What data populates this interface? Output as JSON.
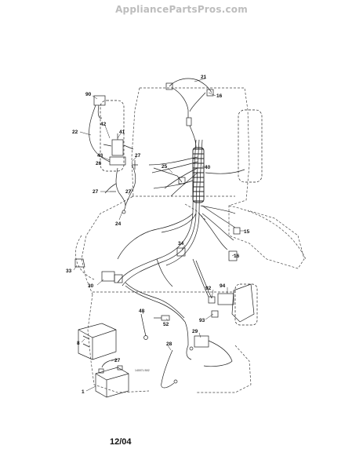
{
  "header": {
    "watermark": "AppliancePartsPros.com"
  },
  "footer": {
    "date_code": "12/04"
  },
  "diagram": {
    "reference_code": "14007L B02",
    "callouts": [
      {
        "id": "c1",
        "label": "1"
      },
      {
        "id": "c8",
        "label": "8"
      },
      {
        "id": "c15",
        "label": "15"
      },
      {
        "id": "c16",
        "label": "16"
      },
      {
        "id": "c21",
        "label": "21"
      },
      {
        "id": "c22",
        "label": "22"
      },
      {
        "id": "c24",
        "label": "24"
      },
      {
        "id": "c25",
        "label": "25"
      },
      {
        "id": "c26",
        "label": "26"
      },
      {
        "id": "c27a",
        "label": "27"
      },
      {
        "id": "c27b",
        "label": "27"
      },
      {
        "id": "c27c",
        "label": "27"
      },
      {
        "id": "c27d",
        "label": "27"
      },
      {
        "id": "c28",
        "label": "28"
      },
      {
        "id": "c29",
        "label": "29"
      },
      {
        "id": "c30",
        "label": "30"
      },
      {
        "id": "c33",
        "label": "33"
      },
      {
        "id": "c34",
        "label": "34"
      },
      {
        "id": "c40",
        "label": "40"
      },
      {
        "id": "c41",
        "label": "41"
      },
      {
        "id": "c42",
        "label": "42"
      },
      {
        "id": "c43",
        "label": "43"
      },
      {
        "id": "c48",
        "label": "48"
      },
      {
        "id": "c52",
        "label": "52"
      },
      {
        "id": "c90",
        "label": "90"
      },
      {
        "id": "c92",
        "label": "92"
      },
      {
        "id": "c93",
        "label": "93"
      },
      {
        "id": "c94",
        "label": "94"
      }
    ]
  }
}
